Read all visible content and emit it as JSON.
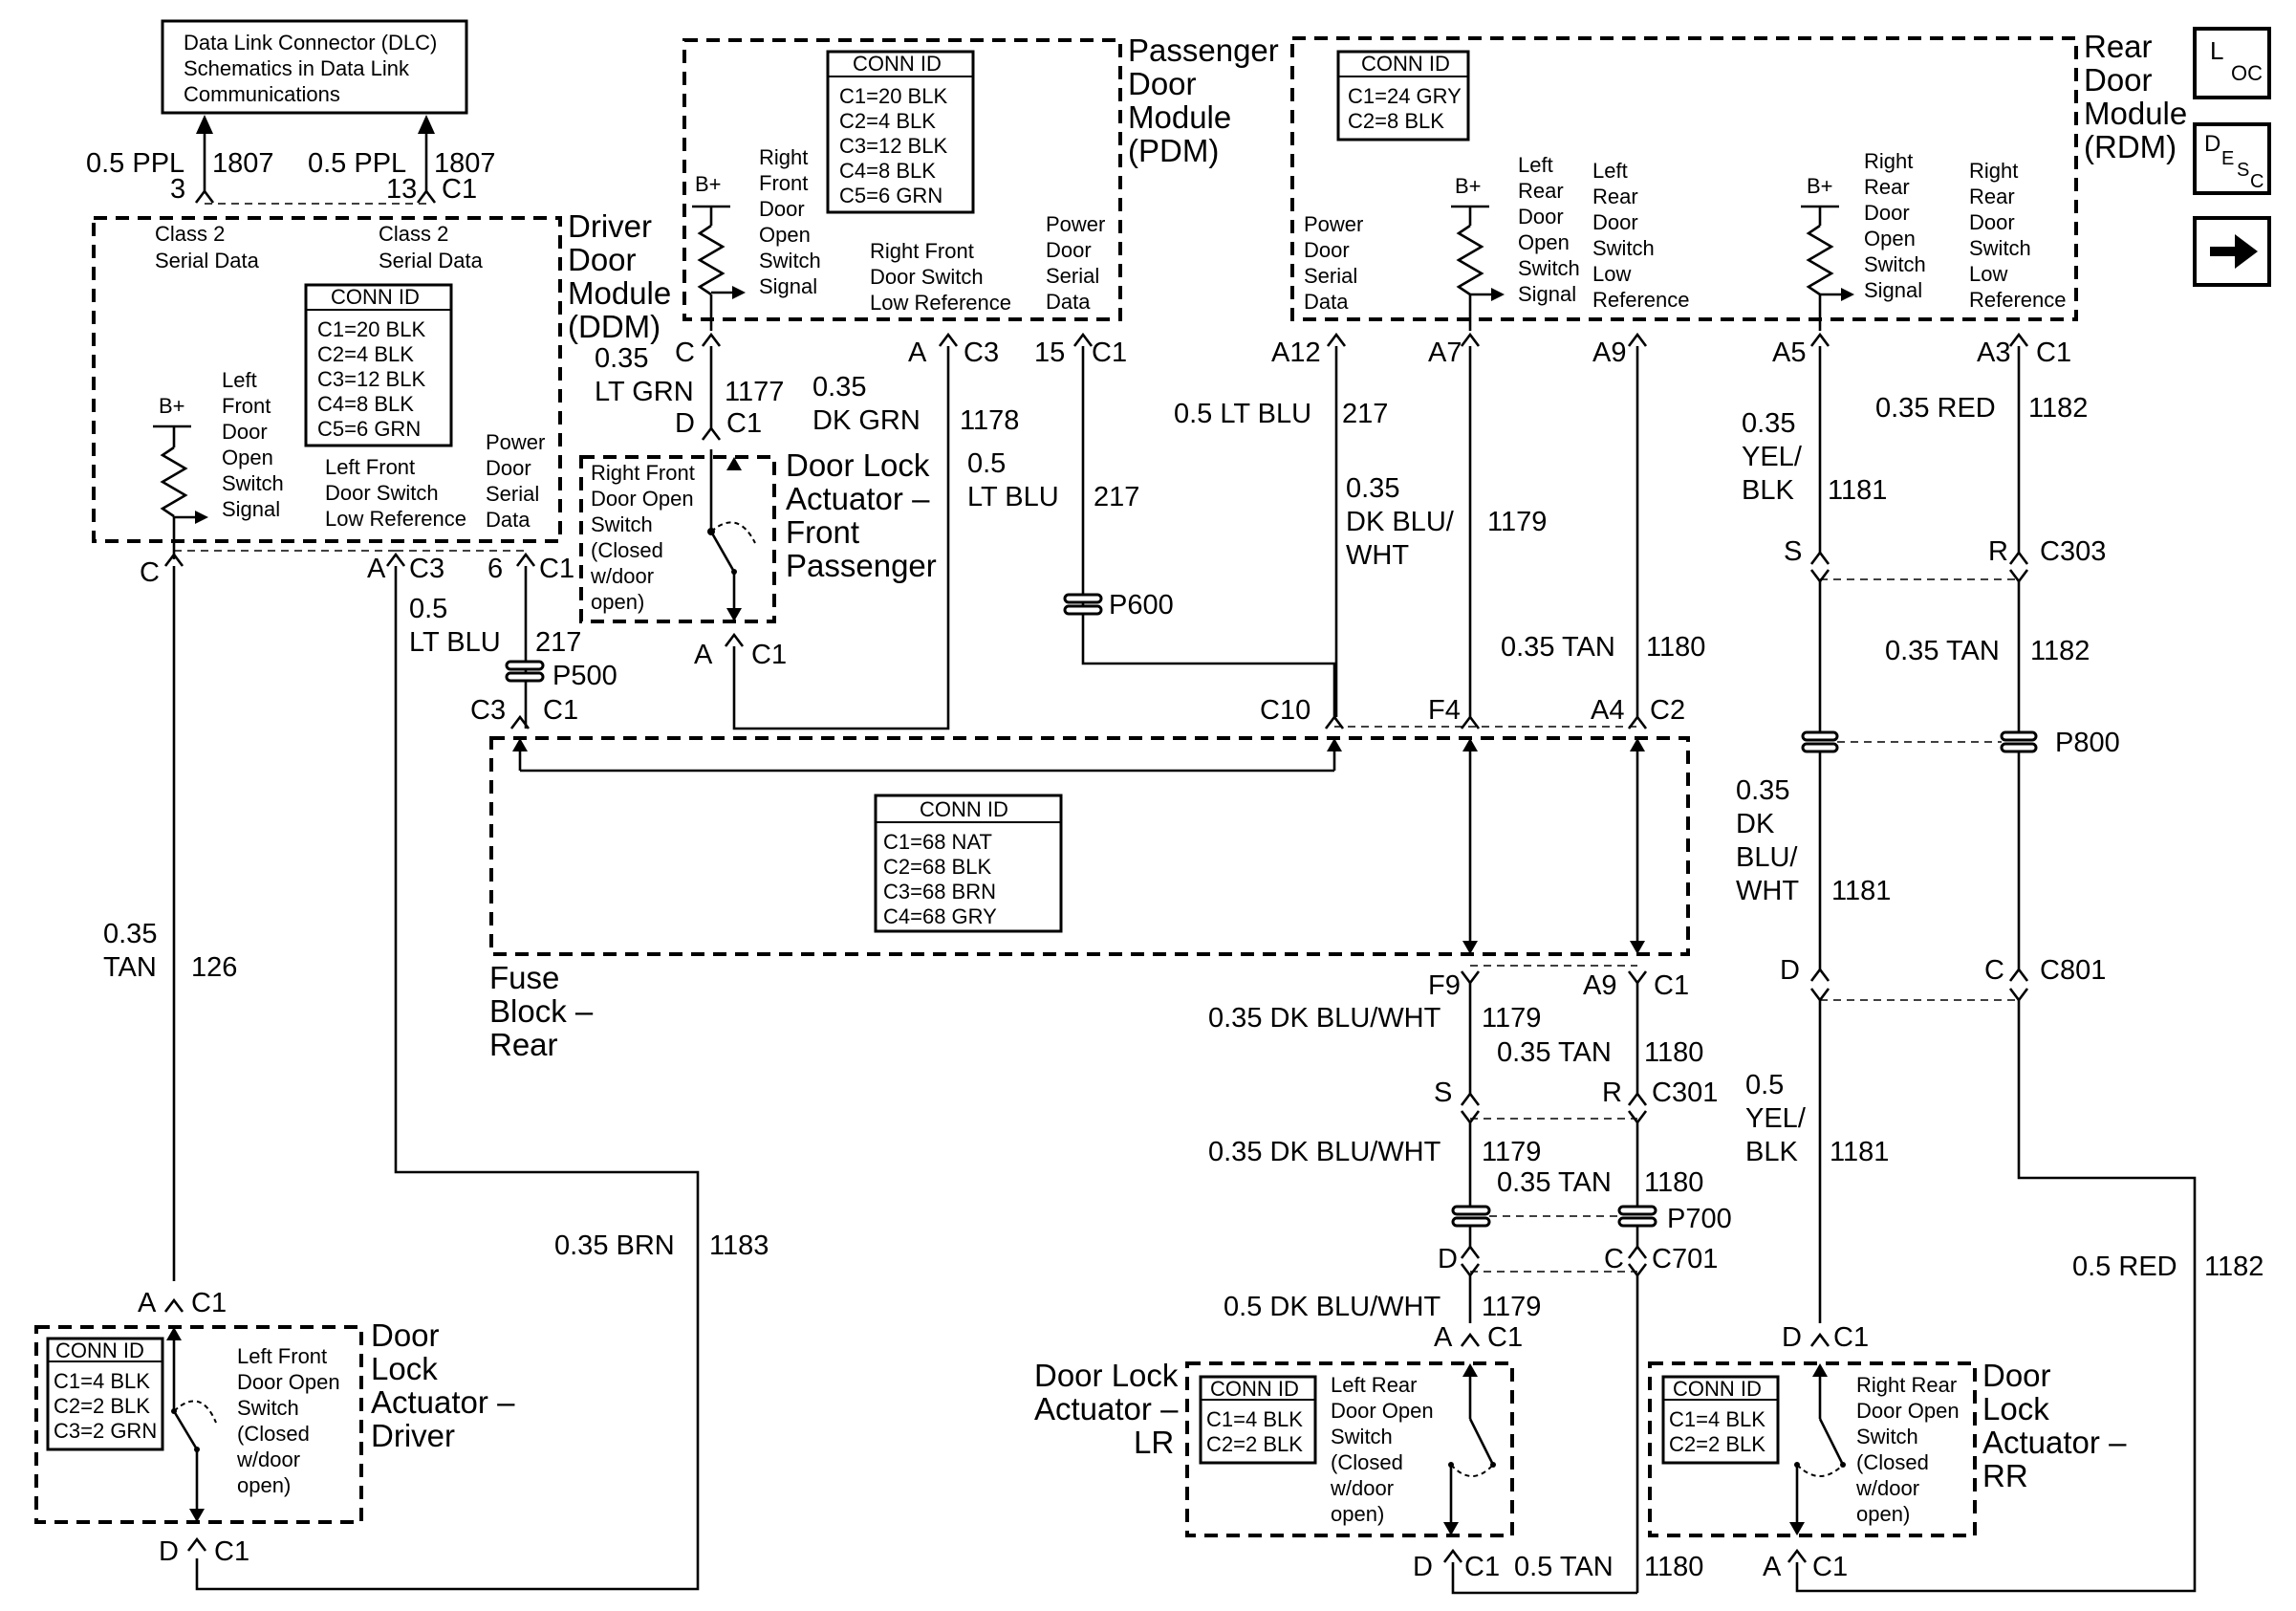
{
  "dlc": {
    "line1": "Data Link Connector (DLC)",
    "line2": "Schematics in Data Link",
    "line3": "Communications"
  },
  "dlc_wires": {
    "left": {
      "gauge": "0.5 PPL",
      "circuit": "1807",
      "pin": "3"
    },
    "right": {
      "gauge": "0.5 PPL",
      "circuit": "1807",
      "pin": "13",
      "conn": "C1"
    }
  },
  "ddm": {
    "title": [
      "Driver",
      "Door",
      "Module",
      "(DDM)"
    ],
    "serial_left": [
      "Class 2",
      "Serial Data"
    ],
    "serial_right": [
      "Class 2",
      "Serial Data"
    ],
    "conn_id": {
      "title": "CONN ID",
      "rows": [
        "C1=20 BLK",
        "C2=4 BLK",
        "C3=12 BLK",
        "C4=8 BLK",
        "C5=6 GRN"
      ]
    },
    "bplus": "B+",
    "signal": [
      "Left",
      "Front",
      "Door",
      "Open",
      "Switch",
      "Signal"
    ],
    "lowref": [
      "Left Front",
      "Door Switch",
      "Low Reference"
    ],
    "serial": [
      "Power",
      "Door",
      "Serial",
      "Data"
    ],
    "pins": {
      "c": "C",
      "a": "A",
      "c3": "C3",
      "p6": "6",
      "c1": "C1"
    }
  },
  "pdm": {
    "title": [
      "Passenger",
      "Door",
      "Module",
      "(PDM)"
    ],
    "conn_id": {
      "title": "CONN ID",
      "rows": [
        "C1=20 BLK",
        "C2=4 BLK",
        "C3=12 BLK",
        "C4=8 BLK",
        "C5=6 GRN"
      ]
    },
    "bplus": "B+",
    "signal": [
      "Right",
      "Front",
      "Door",
      "Open",
      "Switch",
      "Signal"
    ],
    "lowref": [
      "Right Front",
      "Door Switch",
      "Low Reference"
    ],
    "serial": [
      "Power",
      "Door",
      "Serial",
      "Data"
    ],
    "pins": {
      "c": "C",
      "a": "A",
      "c3": "C3",
      "p15": "15",
      "c1": "C1"
    }
  },
  "rdm": {
    "title": [
      "Rear",
      "Door",
      "Module",
      "(RDM)"
    ],
    "conn_id": {
      "title": "CONN ID",
      "rows": [
        "C1=24 GRY",
        "C2=8 BLK"
      ]
    },
    "serial": [
      "Power",
      "Door",
      "Serial",
      "Data"
    ],
    "bplus_left": "B+",
    "lr_signal": [
      "Left",
      "Rear",
      "Door",
      "Open",
      "Switch",
      "Signal"
    ],
    "lr_lowref": [
      "Left",
      "Rear",
      "Door",
      "Switch",
      "Low",
      "Reference"
    ],
    "bplus_right": "B+",
    "rr_signal": [
      "Right",
      "Rear",
      "Door",
      "Open",
      "Switch",
      "Signal"
    ],
    "rr_lowref": [
      "Right",
      "Rear",
      "Door",
      "Switch",
      "Low",
      "Reference"
    ],
    "pins": {
      "a12": "A12",
      "a7": "A7",
      "a9": "A9",
      "a5": "A5",
      "a3": "A3",
      "c1": "C1"
    }
  },
  "fuse_block": {
    "title": [
      "Fuse",
      "Block –",
      "Rear"
    ],
    "conn_id": {
      "title": "CONN ID",
      "rows": [
        "C1=68 NAT",
        "C2=68 BLK",
        "C3=68 BRN",
        "C4=68 GRY"
      ]
    },
    "pins": {
      "c3": "C3",
      "c1": "C1",
      "c10": "C10",
      "f4": "F4",
      "a4": "A4",
      "c2": "C2",
      "f9": "F9",
      "a9": "A9",
      "c1b": "C1"
    }
  },
  "door_lock_fp": {
    "title": [
      "Door Lock",
      "Actuator –",
      "Front",
      "Passenger"
    ],
    "switch": [
      "Right Front",
      "Door Open",
      "Switch",
      "(Closed",
      "w/door",
      "open)"
    ],
    "pins": {
      "d": "D",
      "c1": "C1",
      "a": "A",
      "c1b": "C1"
    }
  },
  "door_lock_driver": {
    "title": [
      "Door",
      "Lock",
      "Actuator –",
      "Driver"
    ],
    "conn_id": {
      "title": "CONN ID",
      "rows": [
        "C1=4 BLK",
        "C2=2 BLK",
        "C3=2 GRN"
      ]
    },
    "switch": [
      "Left Front",
      "Door Open",
      "Switch",
      "(Closed",
      "w/door",
      "open)"
    ],
    "pins": {
      "a": "A",
      "c1": "C1",
      "d": "D",
      "c1b": "C1"
    }
  },
  "door_lock_lr": {
    "title": [
      "Door Lock",
      "Actuator –",
      "LR"
    ],
    "conn_id": {
      "title": "CONN ID",
      "rows": [
        "C1=4 BLK",
        "C2=2 BLK"
      ]
    },
    "switch": [
      "Left Rear",
      "Door Open",
      "Switch",
      "(Closed",
      "w/door",
      "open)"
    ],
    "pins": {
      "a": "A",
      "c1": "C1",
      "d": "D",
      "c1b": "C1"
    }
  },
  "door_lock_rr": {
    "title": [
      "Door",
      "Lock",
      "Actuator –",
      "RR"
    ],
    "conn_id": {
      "title": "CONN ID",
      "rows": [
        "C1=4 BLK",
        "C2=2 BLK"
      ]
    },
    "switch": [
      "Right Rear",
      "Door Open",
      "Switch",
      "(Closed",
      "w/door",
      "open)"
    ],
    "pins": {
      "d": "D",
      "c1": "C1",
      "a": "A",
      "c1b": "C1"
    }
  },
  "wires": {
    "w126": {
      "gauge": [
        "0.35",
        "TAN"
      ],
      "circuit": "126"
    },
    "w1183": {
      "gauge": "0.35 BRN",
      "circuit": "1183"
    },
    "w217_ddm": {
      "gauge": [
        "0.5",
        "LT BLU"
      ],
      "circuit": "217"
    },
    "w1177": {
      "gauge": [
        "0.35",
        "LT GRN"
      ],
      "circuit": "1177"
    },
    "w1178": {
      "gauge": [
        "0.35",
        "DK GRN"
      ],
      "circuit": "1178"
    },
    "w217_pdm": {
      "gauge": [
        "0.5",
        "LT BLU"
      ],
      "circuit": "217"
    },
    "w217_rdm": {
      "gauge": "0.5 LT BLU",
      "circuit": "217"
    },
    "w1179_top": {
      "gauge": [
        "0.35",
        "DK BLU/",
        "WHT"
      ],
      "circuit": "1179"
    },
    "w1180_top": {
      "gauge": "0.35 TAN",
      "circuit": "1180"
    },
    "w1181_top": {
      "gauge": [
        "0.35",
        "YEL/",
        "BLK"
      ],
      "circuit": "1181"
    },
    "w1182_top": {
      "gauge": "0.35 RED",
      "circuit": "1182"
    },
    "w1182_mid": {
      "gauge": "0.35 TAN",
      "circuit": "1182"
    },
    "w1181_mid": {
      "gauge": [
        "0.35",
        "DK",
        "BLU/",
        "WHT"
      ],
      "circuit": "1181"
    },
    "w1179_a": {
      "gauge": "0.35 DK BLU/WHT",
      "circuit": "1179"
    },
    "w1180_a": {
      "gauge": "0.35 TAN",
      "circuit": "1180"
    },
    "w1179_b": {
      "gauge": "0.35 DK BLU/WHT",
      "circuit": "1179"
    },
    "w1180_b": {
      "gauge": "0.35 TAN",
      "circuit": "1180"
    },
    "w1179_c": {
      "gauge": "0.5 DK BLU/WHT",
      "circuit": "1179"
    },
    "w1180_bottom": {
      "gauge": "0.5 TAN",
      "circuit": "1180"
    },
    "w1181_bottom": {
      "gauge": [
        "0.5",
        "YEL/",
        "BLK"
      ],
      "circuit": "1181"
    },
    "w1182_bottom": {
      "gauge": "0.5 RED",
      "circuit": "1182"
    }
  },
  "splices": {
    "p500": "P500",
    "p600": "P600",
    "p700": "P700",
    "p800": "P800"
  },
  "inline_connectors": {
    "c303": {
      "left": "S",
      "right": "R",
      "name": "C303"
    },
    "c801": {
      "left": "D",
      "right": "C",
      "name": "C801"
    },
    "c301": {
      "left": "S",
      "right": "R",
      "name": "C301"
    },
    "c701": {
      "left": "D",
      "right": "C",
      "name": "C701"
    }
  },
  "nav": {
    "loc_l": "L",
    "loc_oc": "OC",
    "desc_d": "D",
    "desc_es": "E",
    "desc_s": "S",
    "desc_c": "C",
    "arrow": "→"
  }
}
